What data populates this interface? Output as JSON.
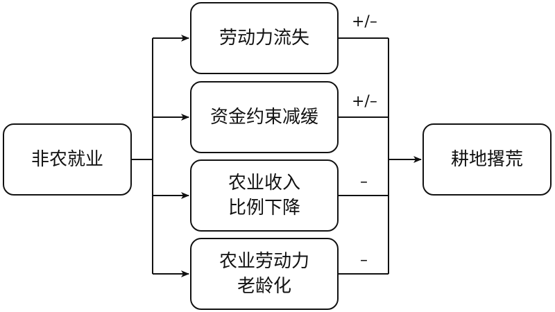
{
  "diagram": {
    "source": {
      "label": "非农就业"
    },
    "mediators": [
      {
        "lines": [
          "劳动力流失"
        ],
        "sign": "+/–"
      },
      {
        "lines": [
          "资金约束减缓"
        ],
        "sign": "+/–"
      },
      {
        "lines": [
          "农业收入",
          "比例下降"
        ],
        "sign": "–"
      },
      {
        "lines": [
          "农业劳动力",
          "老龄化"
        ],
        "sign": "–"
      }
    ],
    "target": {
      "label": "耕地撂荒"
    }
  }
}
